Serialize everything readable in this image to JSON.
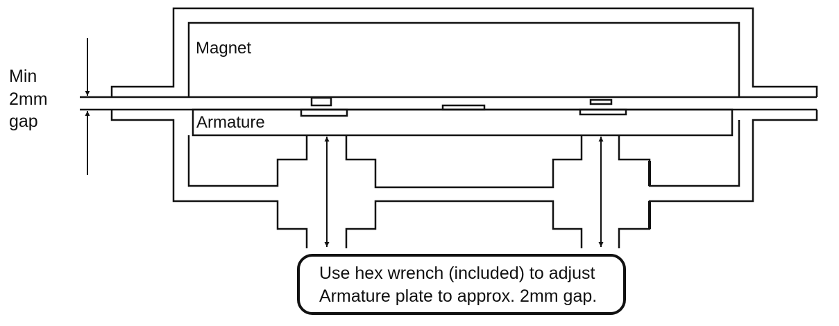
{
  "labels": {
    "magnet": "Magnet",
    "armature": "Armature",
    "gap_line1": "Min",
    "gap_line2": "2mm",
    "gap_line3": "gap"
  },
  "note": {
    "line1": "Use hex wrench (included) to adjust",
    "line2": "Armature plate to approx. 2mm gap."
  },
  "colors": {
    "line": "#111111",
    "background": "#ffffff"
  }
}
